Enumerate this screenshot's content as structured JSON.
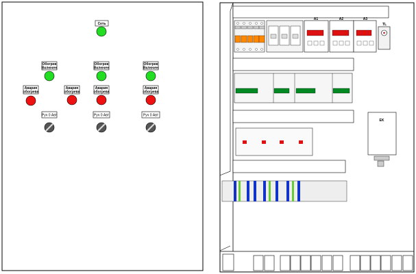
{
  "door_panel": {
    "network_label": "Сеть",
    "columns": [
      {
        "on_label_1": "Обогрев",
        "on_label_2": "Включен",
        "alarm_label_1": "Авария",
        "alarm_label_2": "обогрева",
        "switch_label": "Руч 0 Авт"
      },
      {
        "on_label_1": "Обогрев",
        "on_label_2": "Включен",
        "alarm_label_1": "Авария",
        "alarm_label_2": "обогрева",
        "switch_label": "Руч 0 Авт"
      },
      {
        "on_label_1": "Обогрев",
        "on_label_2": "Включен",
        "alarm_label_1": "Авария",
        "alarm_label_2": "обогрева",
        "switch_label": "Руч 0 Авт"
      }
    ],
    "extra_alarm": {
      "label_1": "Авария",
      "label_2": "обогрева"
    }
  },
  "mounting_plate": {
    "meters": [
      "A1",
      "A2",
      "A3"
    ],
    "thermostat_label": "TL",
    "heater_label": "EK"
  },
  "colors": {
    "lamp_green": "#22dd22",
    "lamp_red": "#ee1111",
    "breaker_orange": "#ff8800",
    "contactor_green": "#008822",
    "terminal_blue": "#1133cc",
    "terminal_green": "#66cc33",
    "meter_red": "#dd1111"
  }
}
